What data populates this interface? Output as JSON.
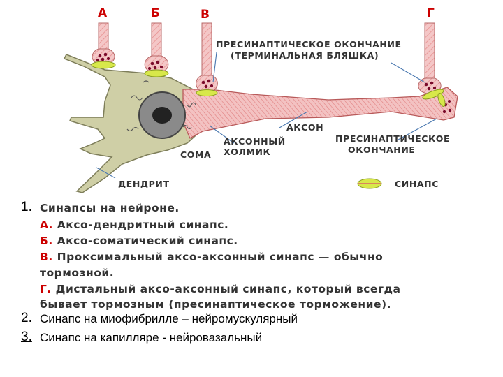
{
  "diagram": {
    "letters": {
      "a": "А",
      "b": "Б",
      "v": "В",
      "g": "Г"
    },
    "labels": {
      "presyn_terminal_1": "ПРЕСИНАПТИЧЕСКОЕ ОКОНЧАНИЕ",
      "presyn_terminal_2": "(ТЕРМИНАЛЬНАЯ БЛЯШКА)",
      "axon": "АКСОН",
      "axon_hillock_1": "АКСОННЫЙ",
      "axon_hillock_2": "ХОЛМИК",
      "soma": "СОМА",
      "presyn_end_1": "ПРЕСИНАПТИЧЕСКОЕ",
      "presyn_end_2": "ОКОНЧАНИЕ",
      "dendrite": "ДЕНДРИТ",
      "synapse_legend": "СИНАПС"
    }
  },
  "caption": {
    "n1": "1.",
    "title": "Синапсы на нейроне.",
    "a_letter": "А.",
    "a_text": "Аксо-дендритный синапс.",
    "b_letter": "Б.",
    "b_text": "Аксо-соматический синапс.",
    "v_letter": "В.",
    "v_text": "Проксимальный аксо-аксонный синапс — обычно",
    "v_text2": "тормозной.",
    "g_letter": "Г.",
    "g_text": "Дистальный аксо-аксонный синапс, который всегда",
    "g_text2": "бывает тормозным (пресинаптическое торможение).",
    "n2": "2.",
    "line2": "Синапс на миофибрилле – нейромускулярный",
    "n3": "3.",
    "line3": "Синапс на капилляре  - нейровазальный"
  },
  "colors": {
    "soma": "#cfcfa6",
    "axon": "#f2b8b8",
    "synapse": "#d8e84a",
    "label_red": "#cc0000"
  }
}
